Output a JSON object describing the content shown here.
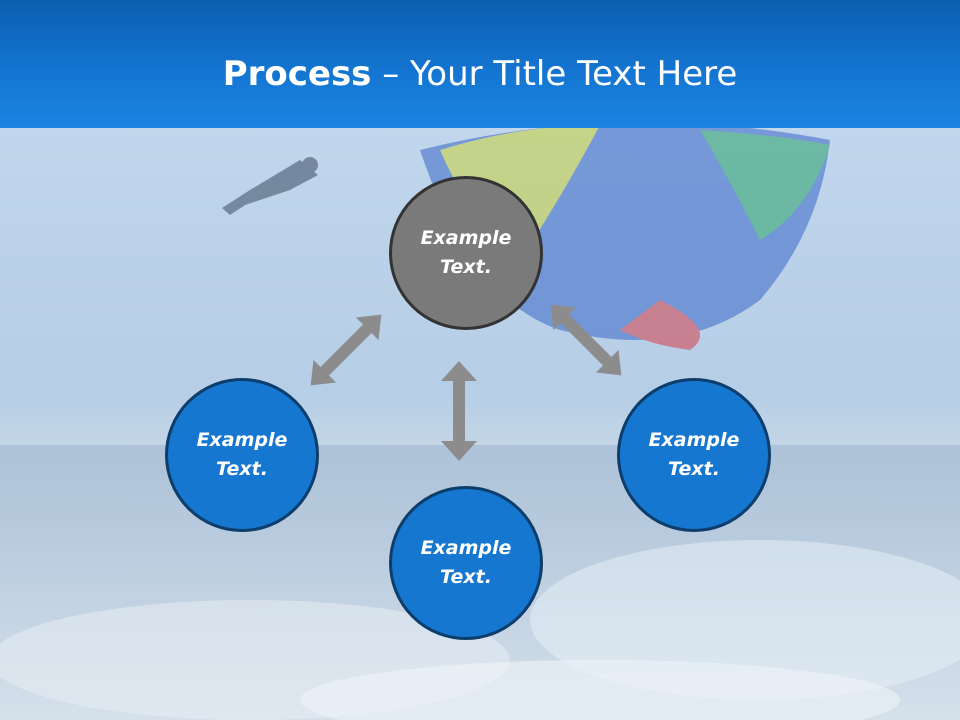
{
  "title": {
    "bold": "Process",
    "rest": " – Your Title Text Here"
  },
  "diagram": {
    "center": {
      "label": "Example\nText."
    },
    "left": {
      "label": "Example\nText."
    },
    "right": {
      "label": "Example\nText."
    },
    "bottom": {
      "label": "Example\nText."
    }
  },
  "colors": {
    "header": "#1375d1",
    "node": "#1577cf",
    "center_node": "#7a7a7a",
    "arrow": "#8c8c8c"
  }
}
